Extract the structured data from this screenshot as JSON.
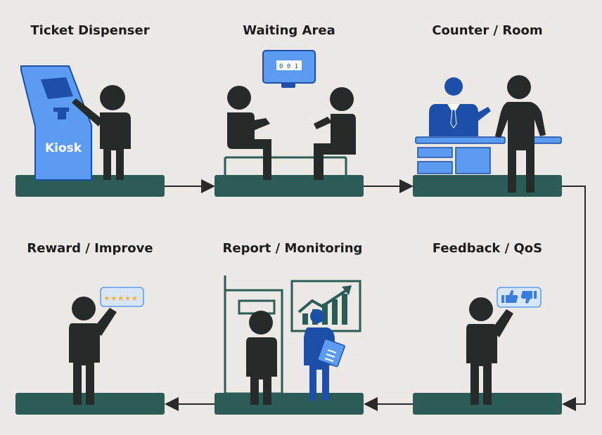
{
  "stages": [
    {
      "title": "Ticket Dispenser"
    },
    {
      "title": "Waiting Area"
    },
    {
      "title": "Counter / Room"
    },
    {
      "title": "Reward / Improve"
    },
    {
      "title": "Report / Monitoring"
    },
    {
      "title": "Feedback / QoS"
    }
  ],
  "kiosk_label": "Kiosk",
  "display_screen_text": "0 0 1",
  "rating_stars": "★★★★★",
  "colors": {
    "background": "#ece8e6",
    "platform": "#2b5c56",
    "person": "#262a28",
    "accent_blue": "#5b9cf2",
    "accent_blue_dark": "#1e4fa8",
    "star": "#f2b53a"
  }
}
